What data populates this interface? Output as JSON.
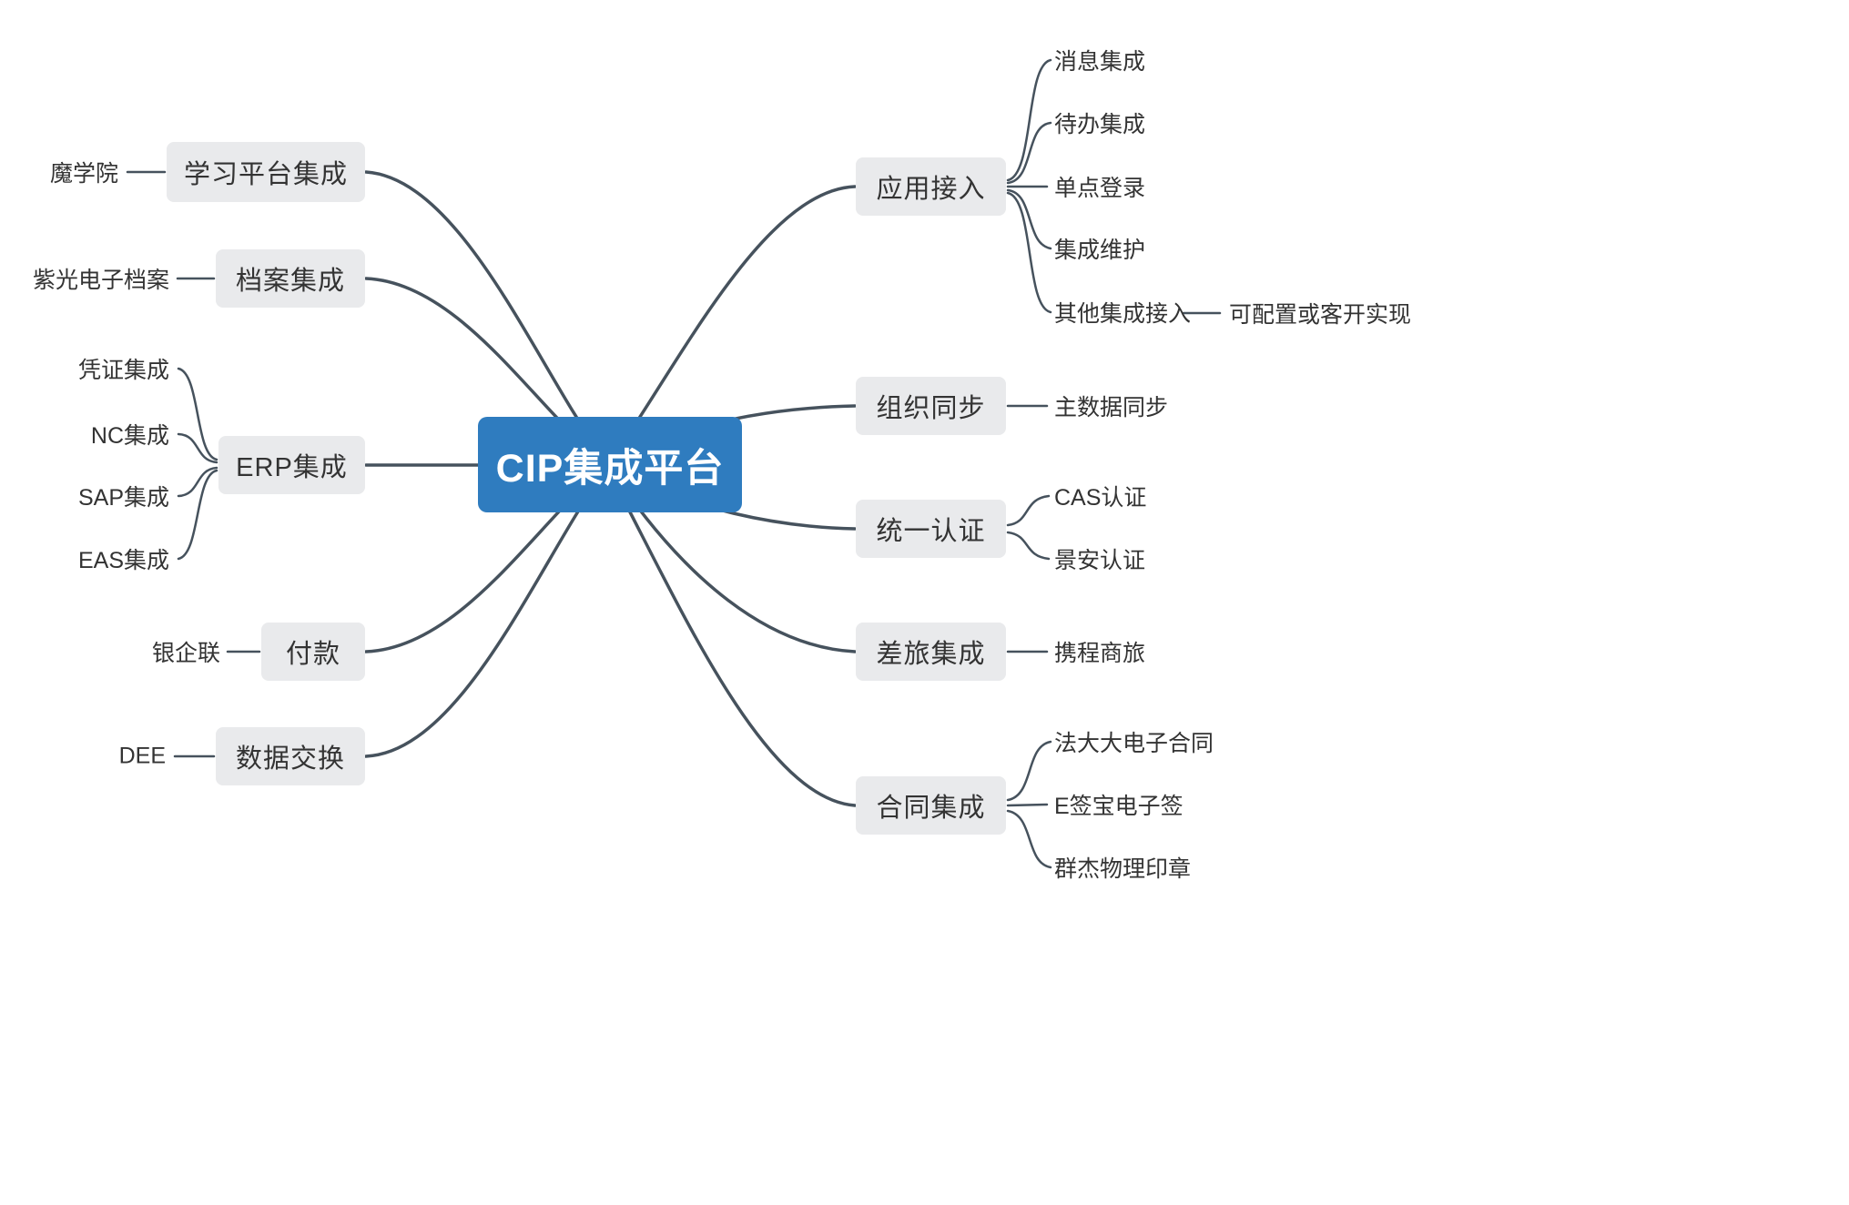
{
  "center": {
    "label": "CIP集成平台"
  },
  "left_branches": [
    {
      "label": "学习平台集成",
      "children": [
        {
          "label": "魔学院"
        }
      ]
    },
    {
      "label": "档案集成",
      "children": [
        {
          "label": "紫光电子档案"
        }
      ]
    },
    {
      "label": "ERP集成",
      "children": [
        {
          "label": "凭证集成"
        },
        {
          "label": "NC集成"
        },
        {
          "label": "SAP集成"
        },
        {
          "label": "EAS集成"
        }
      ]
    },
    {
      "label": "付款",
      "children": [
        {
          "label": "银企联"
        }
      ]
    },
    {
      "label": "数据交换",
      "children": [
        {
          "label": "DEE"
        }
      ]
    }
  ],
  "right_branches": [
    {
      "label": "应用接入",
      "children": [
        {
          "label": "消息集成"
        },
        {
          "label": "待办集成"
        },
        {
          "label": "单点登录"
        },
        {
          "label": "集成维护"
        },
        {
          "label": "其他集成接入",
          "children": [
            {
              "label": "可配置或客开实现"
            }
          ]
        }
      ]
    },
    {
      "label": "组织同步",
      "children": [
        {
          "label": "主数据同步"
        }
      ]
    },
    {
      "label": "统一认证",
      "children": [
        {
          "label": "CAS认证"
        },
        {
          "label": "景安认证"
        }
      ]
    },
    {
      "label": "差旅集成",
      "children": [
        {
          "label": "携程商旅"
        }
      ]
    },
    {
      "label": "合同集成",
      "children": [
        {
          "label": "法大大电子合同"
        },
        {
          "label": "E签宝电子签"
        },
        {
          "label": "群杰物理印章"
        }
      ]
    }
  ],
  "colors": {
    "center_bg": "#2f7cbf",
    "node_bg": "#e9eaec",
    "connector": "#46525d",
    "text": "#333333"
  }
}
